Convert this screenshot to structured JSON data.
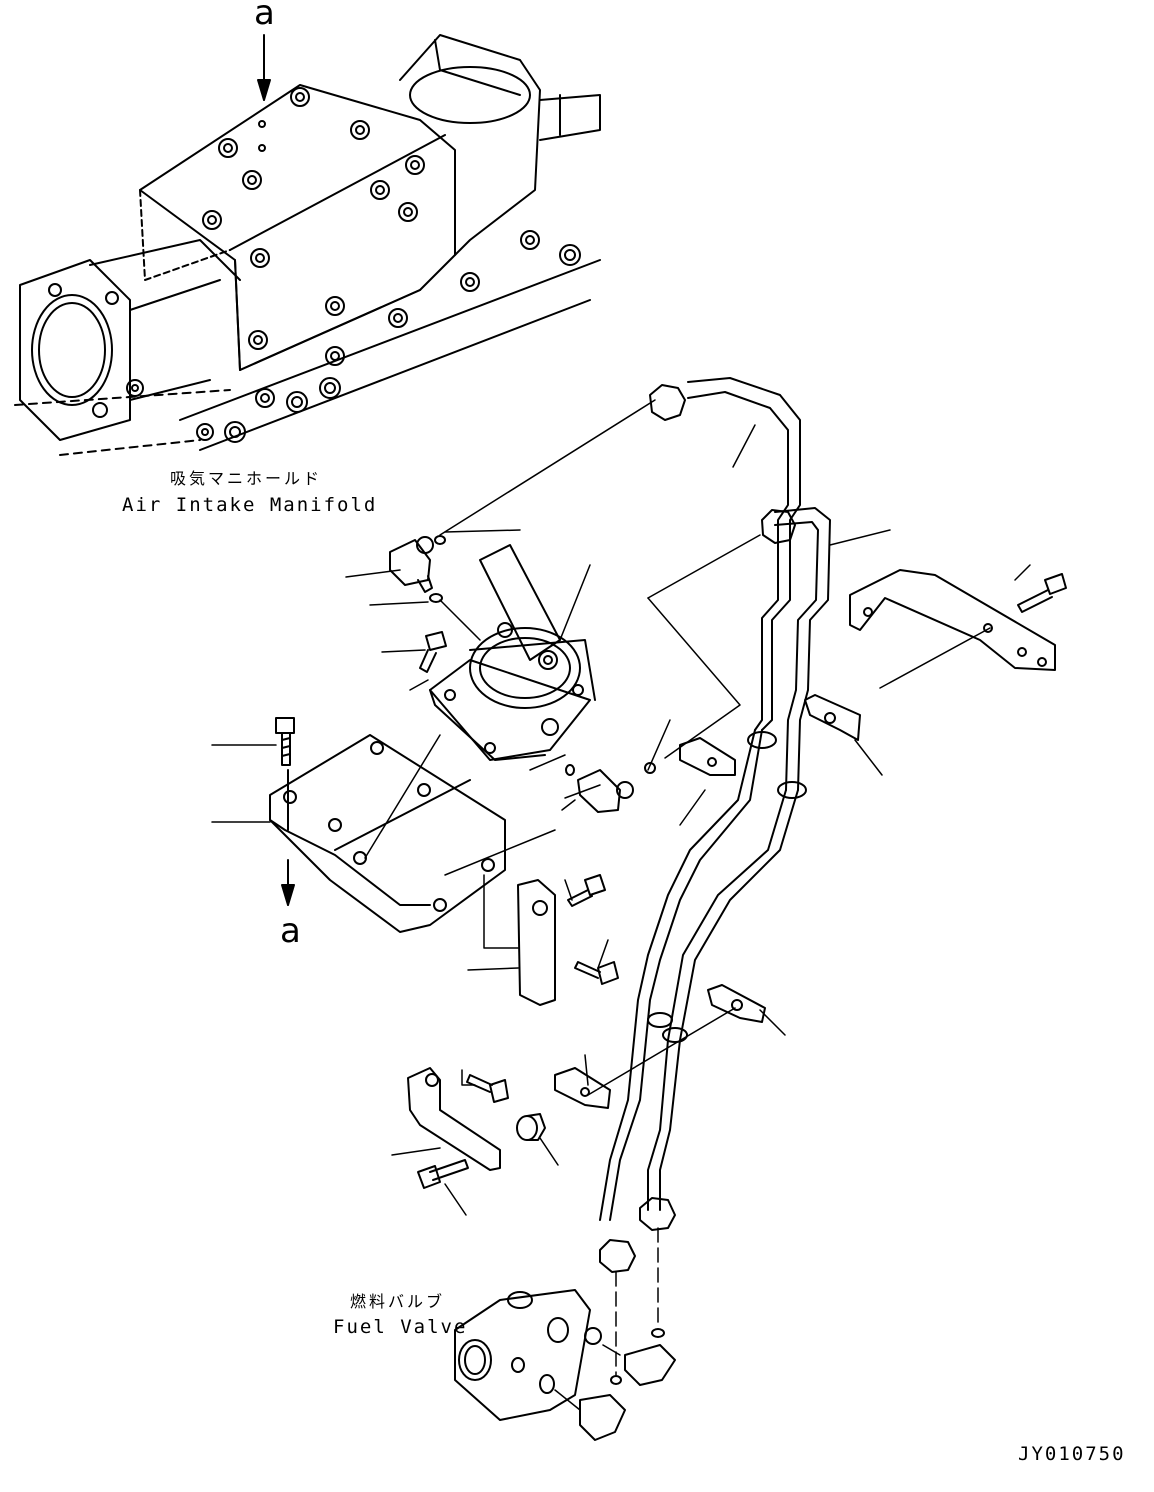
{
  "labels": {
    "manifold_jp": "吸気マニホールド",
    "manifold_en": "Air Intake Manifold",
    "valve_jp": "燃料バルブ",
    "valve_en": "Fuel Valve",
    "view_marker_top": "a",
    "view_marker_bottom": "a",
    "drawing_id": "JY010750"
  }
}
